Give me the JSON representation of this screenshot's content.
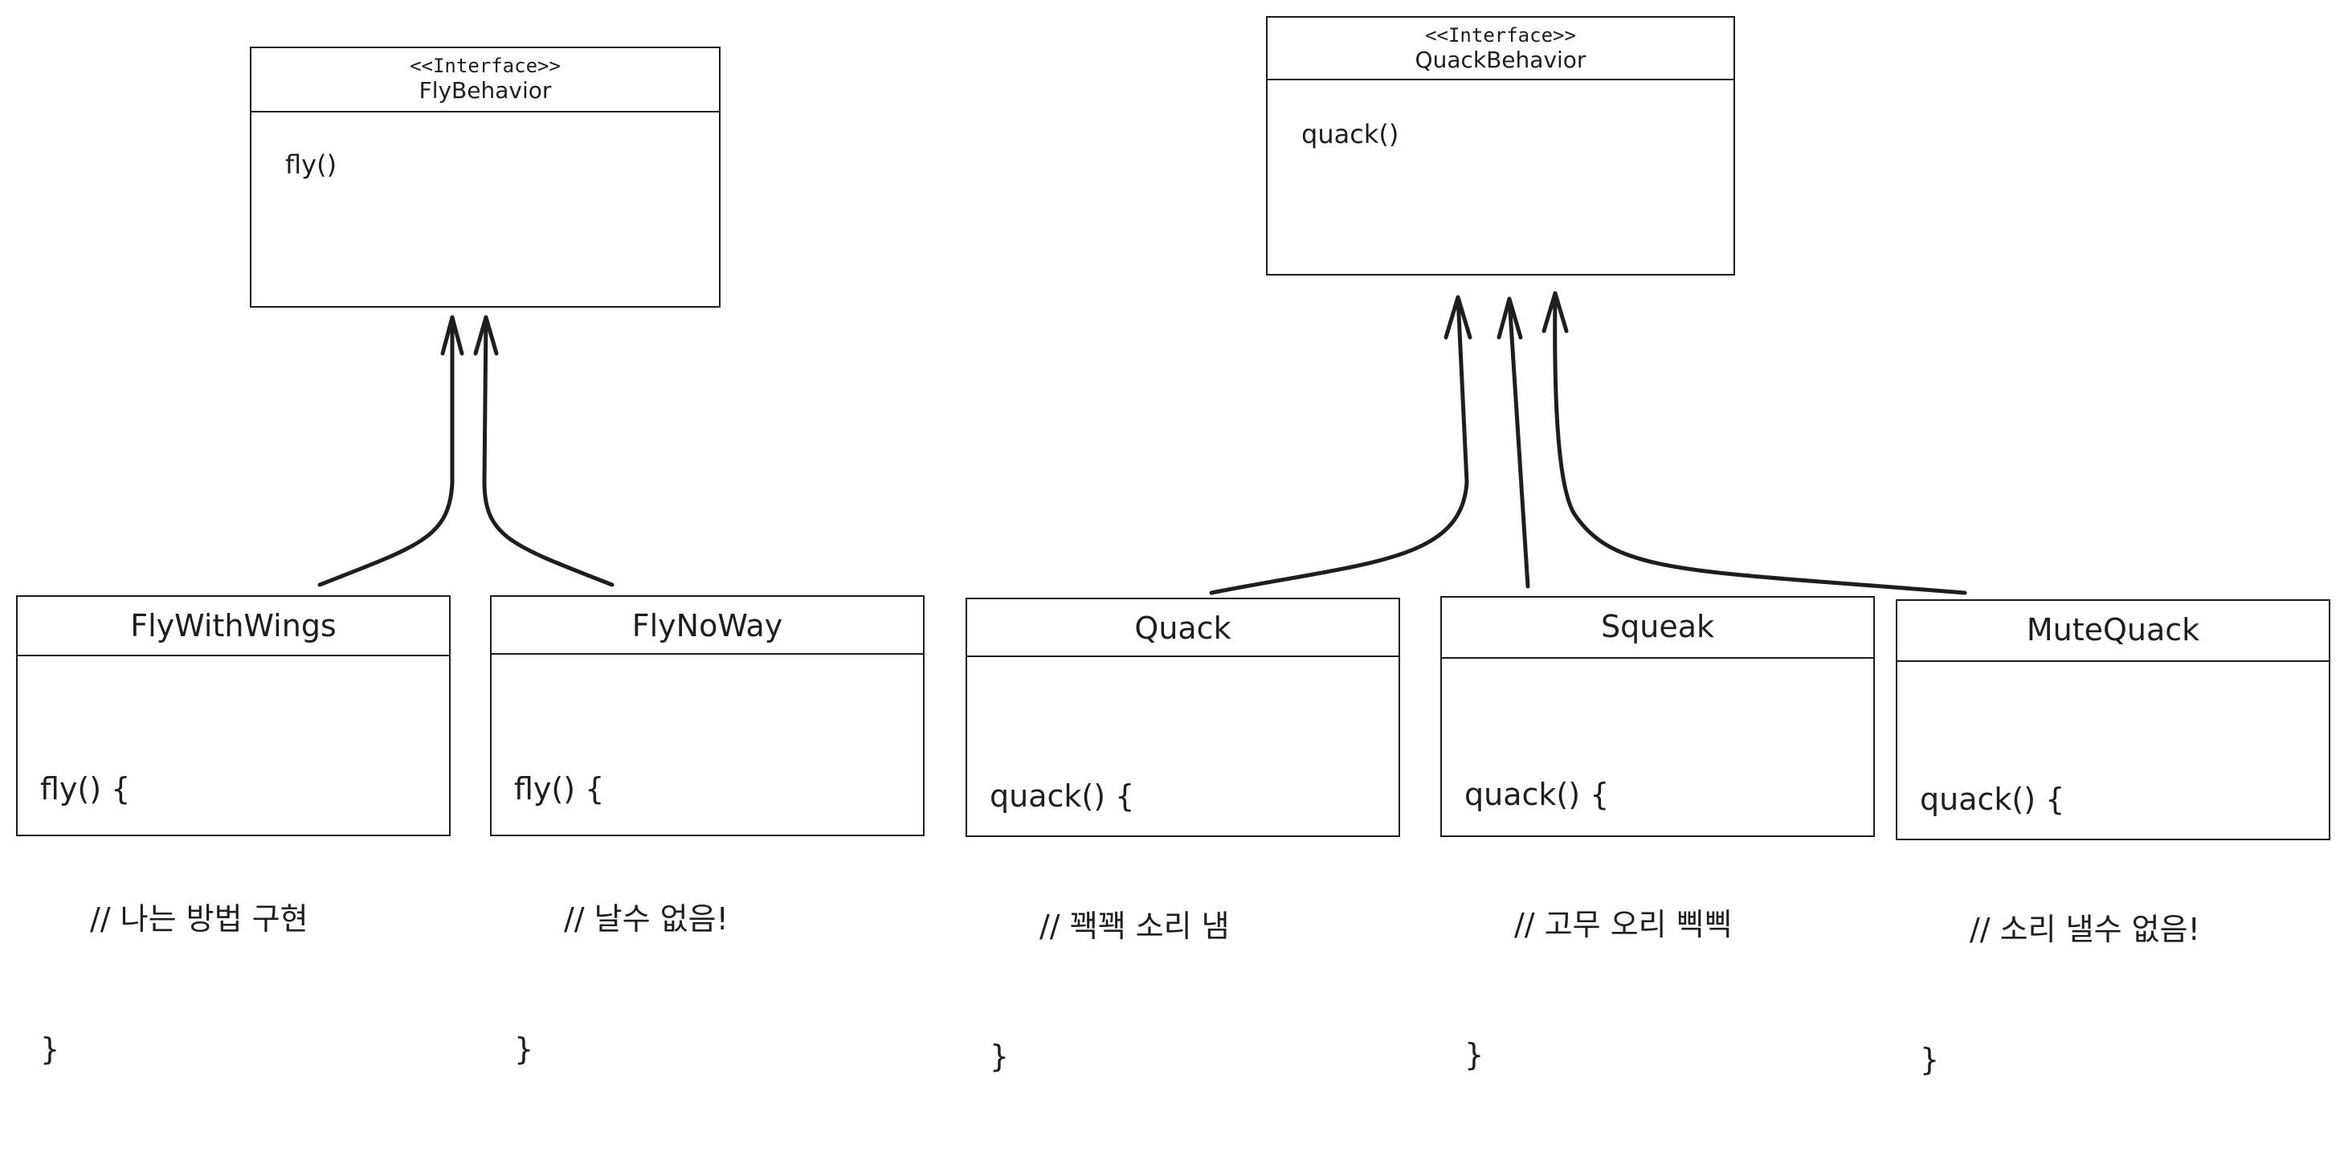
{
  "interfaces": [
    {
      "stereotype": "<<Interface>>",
      "name": "FlyBehavior",
      "method": "fly()"
    },
    {
      "stereotype": "<<Interface>>",
      "name": "QuackBehavior",
      "method": "quack()"
    }
  ],
  "classes": [
    {
      "name": "FlyWithWings",
      "code": [
        "fly() {",
        "// 나는 방법 구현",
        "}"
      ]
    },
    {
      "name": "FlyNoWay",
      "code": [
        "fly() {",
        "// 날수 없음!",
        "}"
      ]
    },
    {
      "name": "Quack",
      "code": [
        "quack() {",
        "// 꽥꽥 소리 냄",
        "}"
      ]
    },
    {
      "name": "Squeak",
      "code": [
        "quack() {",
        "// 고무 오리 삑삑",
        "}"
      ]
    },
    {
      "name": "MuteQuack",
      "code": [
        "quack() {",
        "// 소리 낼수 없음!",
        "}"
      ]
    }
  ]
}
